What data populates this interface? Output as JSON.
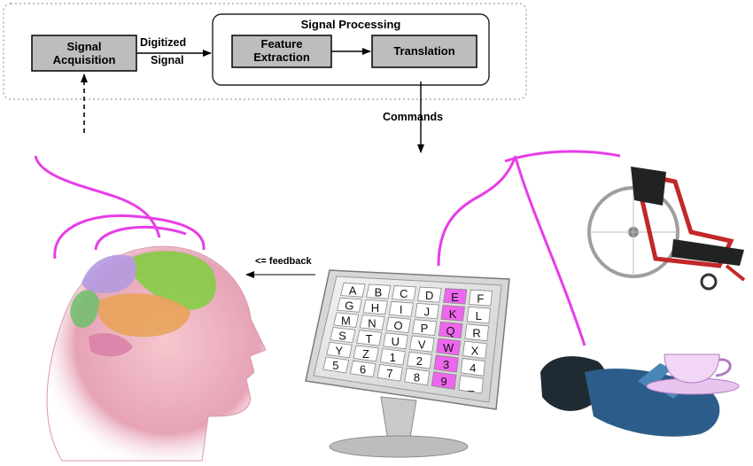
{
  "diagram": {
    "system_label": "Signal Processing",
    "blocks": {
      "acquisition": "Signal Acquisition",
      "feature": "Feature Extraction",
      "translation": "Translation"
    },
    "edges": {
      "digitized_line1": "Digitized",
      "digitized_line2": "Signal",
      "commands": "Commands",
      "feedback": "<= feedback"
    },
    "speller": {
      "rows": [
        [
          "A",
          "B",
          "C",
          "D",
          "E",
          "F"
        ],
        [
          "G",
          "H",
          "I",
          "J",
          "K",
          "L"
        ],
        [
          "M",
          "N",
          "O",
          "P",
          "Q",
          "R"
        ],
        [
          "S",
          "T",
          "U",
          "V",
          "W",
          "X"
        ],
        [
          "Y",
          "Z",
          "1",
          "2",
          "3",
          "4"
        ],
        [
          "5",
          "6",
          "7",
          "8",
          "9",
          "_"
        ]
      ],
      "highlight_column": 4
    }
  },
  "colors": {
    "block_fill": "#bdbdbd",
    "highlight": "#ee66ee",
    "wire": "#e83ce8"
  }
}
